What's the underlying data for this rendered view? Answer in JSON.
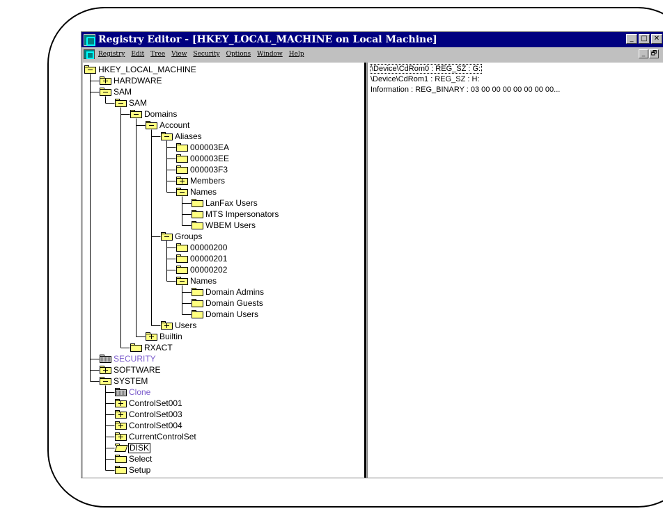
{
  "window": {
    "title": "Registry Editor - [HKEY_LOCAL_MACHINE on Local Machine]",
    "buttons": {
      "minimize": "_",
      "maximize": "□",
      "close": "✕"
    },
    "mdi_buttons": {
      "minimize": "_",
      "restore": "🗗"
    }
  },
  "menu": [
    "Registry",
    "Edit",
    "Tree",
    "View",
    "Security",
    "Options",
    "Window",
    "Help"
  ],
  "tree": [
    {
      "label": "HKEY_LOCAL_MACHINE",
      "depth": 0,
      "icon": "minus"
    },
    {
      "label": "HARDWARE",
      "depth": 1,
      "icon": "plus"
    },
    {
      "label": "SAM",
      "depth": 1,
      "icon": "minus"
    },
    {
      "label": "SAM",
      "depth": 2,
      "icon": "minus"
    },
    {
      "label": "Domains",
      "depth": 3,
      "icon": "minus"
    },
    {
      "label": "Account",
      "depth": 4,
      "icon": "minus"
    },
    {
      "label": "Aliases",
      "depth": 5,
      "icon": "minus"
    },
    {
      "label": "000003EA",
      "depth": 6,
      "icon": "none"
    },
    {
      "label": "000003EE",
      "depth": 6,
      "icon": "none"
    },
    {
      "label": "000003F3",
      "depth": 6,
      "icon": "none"
    },
    {
      "label": "Members",
      "depth": 6,
      "icon": "plus"
    },
    {
      "label": "Names",
      "depth": 6,
      "icon": "minus"
    },
    {
      "label": "LanFax Users",
      "depth": 7,
      "icon": "none"
    },
    {
      "label": "MTS Impersonators",
      "depth": 7,
      "icon": "none"
    },
    {
      "label": "WBEM Users",
      "depth": 7,
      "icon": "none"
    },
    {
      "label": "Groups",
      "depth": 5,
      "icon": "minus"
    },
    {
      "label": "00000200",
      "depth": 6,
      "icon": "none"
    },
    {
      "label": "00000201",
      "depth": 6,
      "icon": "none"
    },
    {
      "label": "00000202",
      "depth": 6,
      "icon": "none"
    },
    {
      "label": "Names",
      "depth": 6,
      "icon": "minus"
    },
    {
      "label": "Domain Admins",
      "depth": 7,
      "icon": "none"
    },
    {
      "label": "Domain Guests",
      "depth": 7,
      "icon": "none"
    },
    {
      "label": "Domain Users",
      "depth": 7,
      "icon": "none"
    },
    {
      "label": "Users",
      "depth": 5,
      "icon": "plus"
    },
    {
      "label": "Builtin",
      "depth": 4,
      "icon": "plus"
    },
    {
      "label": "RXACT",
      "depth": 3,
      "icon": "none"
    },
    {
      "label": "SECURITY",
      "depth": 1,
      "icon": "grey",
      "style": "dim"
    },
    {
      "label": "SOFTWARE",
      "depth": 1,
      "icon": "plus"
    },
    {
      "label": "SYSTEM",
      "depth": 1,
      "icon": "minus"
    },
    {
      "label": "Clone",
      "depth": 2,
      "icon": "grey",
      "style": "dim"
    },
    {
      "label": "ControlSet001",
      "depth": 2,
      "icon": "plus"
    },
    {
      "label": "ControlSet003",
      "depth": 2,
      "icon": "plus"
    },
    {
      "label": "ControlSet004",
      "depth": 2,
      "icon": "plus"
    },
    {
      "label": "CurrentControlSet",
      "depth": 2,
      "icon": "plus"
    },
    {
      "label": "DISK",
      "depth": 2,
      "icon": "open",
      "style": "selected"
    },
    {
      "label": "Select",
      "depth": 2,
      "icon": "none"
    },
    {
      "label": "Setup",
      "depth": 2,
      "icon": "none"
    }
  ],
  "values": [
    "\\Device\\CdRom0 : REG_SZ : G:",
    "\\Device\\CdRom1 : REG_SZ : H:",
    "Information : REG_BINARY : 03 00 00 00 00 00 00 00..."
  ]
}
